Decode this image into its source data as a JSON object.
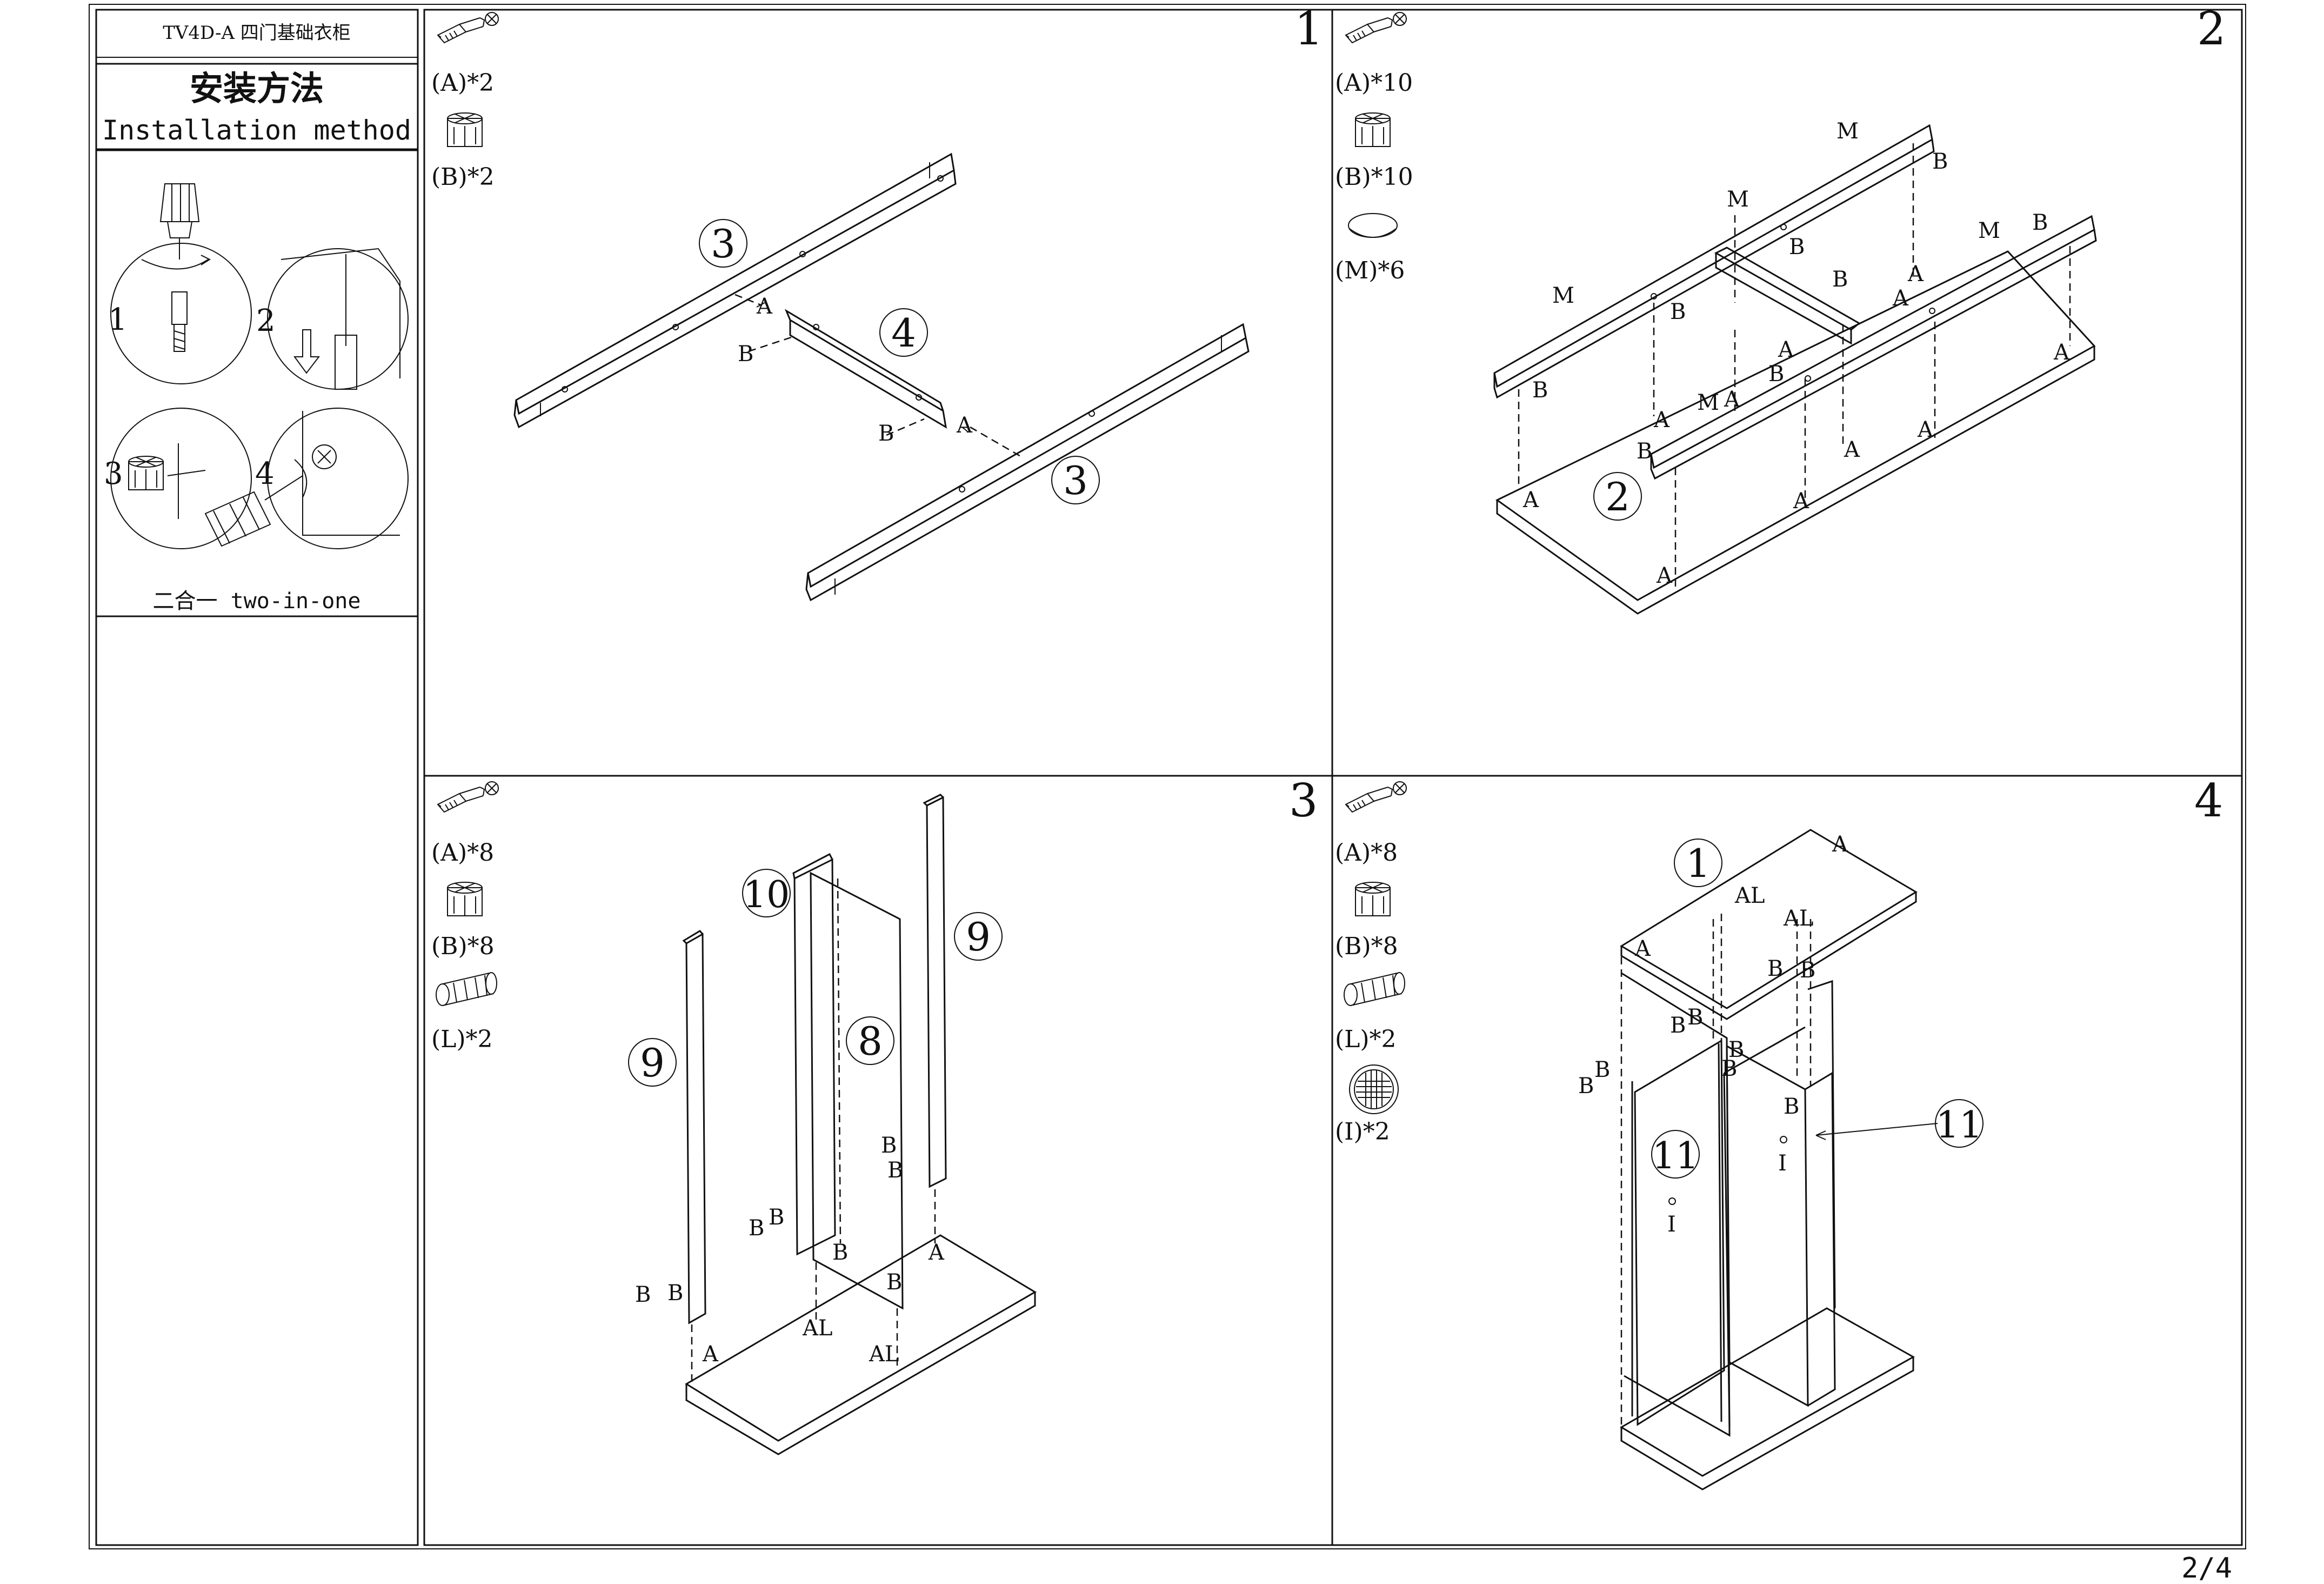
{
  "header": {
    "model": "TV4D-A 四门基础衣柜",
    "title_cn": "安装方法",
    "title_en": "Installation method",
    "guide_step_1": "1",
    "guide_step_2": "2",
    "guide_step_3": "3",
    "guide_step_4": "4",
    "guide_caption": "二合一 two-in-one"
  },
  "page_number": "2/4",
  "steps": [
    {
      "number": "1",
      "parts": [
        {
          "icon": "cam-bolt-icon",
          "label": "(A)*2"
        },
        {
          "icon": "cam-lock-icon",
          "label": "(B)*2"
        }
      ],
      "panel_numbers": [
        "3",
        "4",
        "3"
      ],
      "letters": [
        "A",
        "B",
        "B",
        "A"
      ]
    },
    {
      "number": "2",
      "parts": [
        {
          "icon": "cam-bolt-icon",
          "label": "(A)*10"
        },
        {
          "icon": "cam-lock-icon",
          "label": "(B)*10"
        },
        {
          "icon": "cover-cap-icon",
          "label": "(M)*6"
        }
      ],
      "panel_numbers": [
        "2"
      ],
      "letters": [
        "M",
        "B",
        "M",
        "B",
        "M",
        "B",
        "M",
        "A",
        "B",
        "B",
        "A",
        "B",
        "A",
        "A",
        "M",
        "A",
        "B",
        "B",
        "A",
        "A",
        "A",
        "A",
        "A",
        "A"
      ]
    },
    {
      "number": "3",
      "parts": [
        {
          "icon": "cam-bolt-icon",
          "label": "(A)*8"
        },
        {
          "icon": "cam-lock-icon",
          "label": "(B)*8"
        },
        {
          "icon": "wood-dowel-icon",
          "label": "(L)*2"
        }
      ],
      "panel_numbers": [
        "10",
        "9",
        "8",
        "9"
      ],
      "letters": [
        "B",
        "B",
        "B",
        "B",
        "B",
        "B",
        "A",
        "B",
        "B",
        "A",
        "AL",
        "AL"
      ]
    },
    {
      "number": "4",
      "parts": [
        {
          "icon": "cam-bolt-icon",
          "label": "(A)*8"
        },
        {
          "icon": "cam-lock-icon",
          "label": "(B)*8"
        },
        {
          "icon": "wood-dowel-icon",
          "label": "(L)*2"
        },
        {
          "icon": "mesh-vent-icon",
          "label": "(I)*2"
        }
      ],
      "panel_numbers": [
        "1",
        "11",
        "11"
      ],
      "letters": [
        "A",
        "AL",
        "AL",
        "A",
        "B",
        "B",
        "B",
        "B",
        "B",
        "B",
        "B",
        "B",
        "B",
        "I",
        "I"
      ]
    }
  ]
}
